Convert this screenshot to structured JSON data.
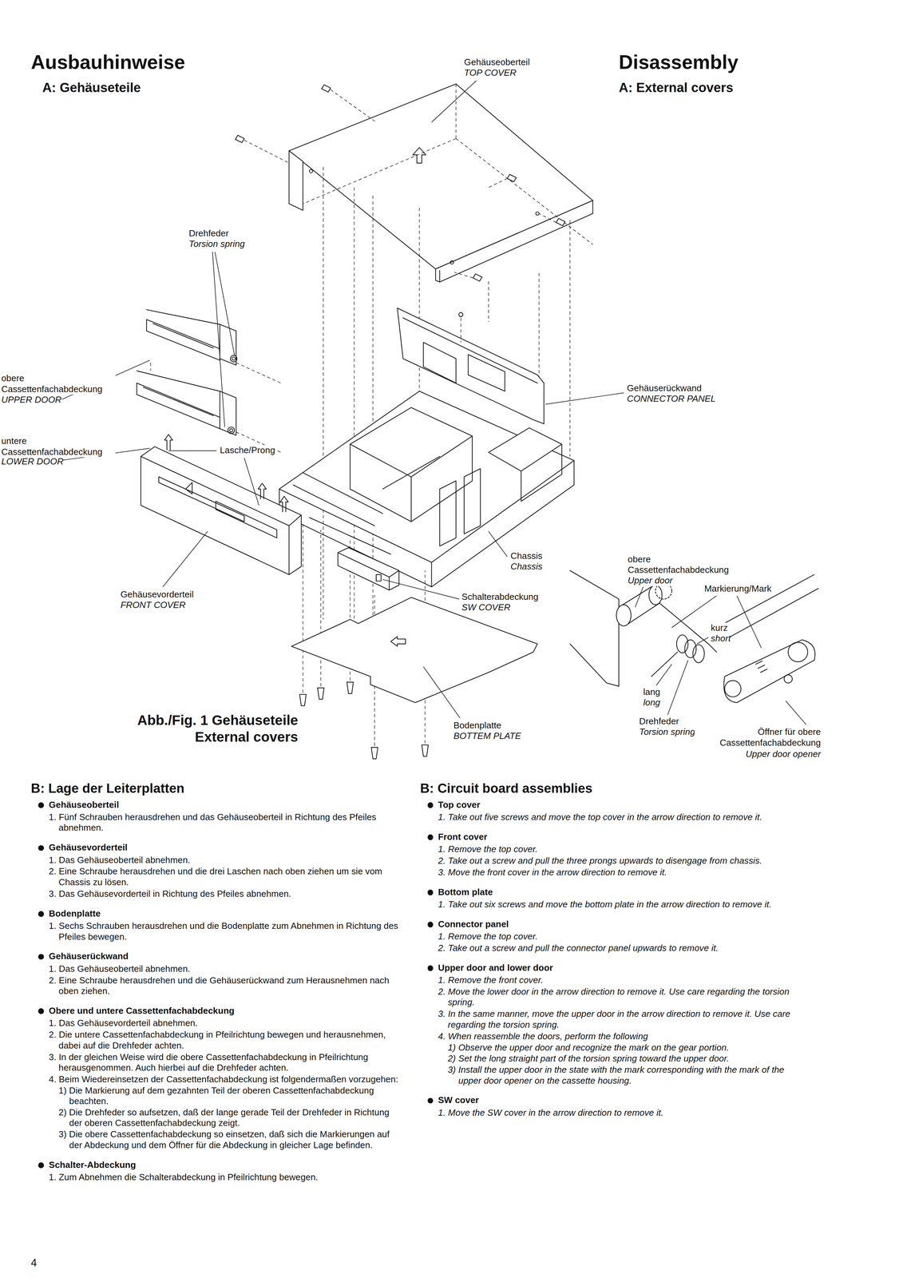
{
  "diagram": {
    "title": "Ausbauhinweise",
    "caption": "Abb./Fig. 1 Gehäuseteile External covers",
    "labels": [
      "A: Gehäuseteile",
      "Gehäuseoberteil",
      "TOP COVER",
      "Disassembly",
      "A: External covers",
      "Drehfeder",
      "Torsion spring",
      "obere Cassettenfachabdeckung",
      "UPPER DOOR",
      "untere Cassettenfachabdeckung",
      "LOWER DOOR",
      "Lasche/Prong",
      "Gehäuserückwand",
      "CONNECTOR PANEL",
      "Chassis",
      "Chassis",
      "Gehäusevorderteil",
      "FRONT COVER",
      "Schalterabdeckung",
      "SW COVER",
      "obere Cassettenfachabdeckung",
      "Upper door",
      "Markierung/Mark",
      "kurz",
      "short",
      "lang",
      "long",
      "Drehfeder",
      "Torsion spring",
      "Öffner für obere Cassettenfachabdeckung",
      "Upper door opener",
      "Bodenplatte",
      "BOTTEM PLATE",
      "B: Lage der Leiterplatten",
      "Gehäuseoberteil",
      "1. Fünf Schrauben herausdrehen und das Gehäuseoberteil in Richtung des Pfeiles abnehmen.",
      "Gehäusevorderteil",
      "1. Das Gehäuseoberteil abnehmen.",
      "2. Eine Schraube herausdrehen und die drei Laschen nach oben ziehen um sie vom Chassis zu lösen.",
      "3. Das Gehäusevorderteil in Richtung des Pfeiles abnehmen.",
      "Bodenplatte",
      "1. Sechs Schrauben herausdrehen und die Bodenplatte zum Abnehmen in Richtung des Pfeiles bewegen.",
      "Gehäuserückwand",
      "1. Das Gehäuseoberteil abnehmen.",
      "2. Eine Schraube herausdrehen und die Gehäuserückwand zum Herausnehmen nach oben ziehen.",
      "Obere und untere Cassettenfachabdeckung",
      "1. Das Gehäusevorderteil abnehmen.",
      "2. Die untere Cassettenfachabdeckung in Pfeilrichtung bewegen und herausnehmen, dabei auf die Drehfeder achten.",
      "3. In der gleichen Weise wird die obere Cassettenfachabdeckung in Pfeilrichtung herausgenommen. Auch hierbei auf die Drehfeder achten.",
      "4. Beim Wiedereinsetzen der Cassettenfachabdeckung ist folgendermaßen vorzugehen:",
      "1) Die Markierung auf dem gezahnten Teil der oberen Cassettenfachabdeckung beachten.",
      "2) Die Drehfeder so aufsetzen, daß der lange gerade Teil der Drehfeder in Richtung der oberen Cassettenfachabdeckung zeigt.",
      "3) Die obere Cassettenfachabdeckung so einsetzen, daß sich die Markierungen auf der Abdeckung und dem Öffner für die Abdeckung in gleicher Lage befinden.",
      "Schalter-Abdeckung",
      "1. Zum Abnehmen die Schalterabdeckung in Pfeilrichtung bewegen.",
      "B: Circuit board assemblies",
      "Top cover",
      "1. Take out five screws and move the top cover in the arrow direction to remove it.",
      "Front cover",
      "1. Remove the top cover.",
      "2. Take out a screw and pull the three prongs upwards to disengage from chassis.",
      "3. Move the front cover in the arrow direction to remove it.",
      "Bottom plate",
      "1. Take out six screws and move the bottom plate in the arrow direction to remove it.",
      "Connector panel",
      "1. Remove the top cover.",
      "2. Take out a screw and pull the connector panel upwards to remove it.",
      "Upper door and lower door",
      "1. Remove the front cover.",
      "2. Move the lower door in the arrow direction to remove it. Use care regarding the torsion spring.",
      "3. In the same manner, move the upper door in the arrow direction to remove it. Use care regarding the torsion spring.",
      "4. When reassemble the doors, perform the following",
      "1) Observe the upper door and recognize the mark on the gear portion.",
      "2) Set the long straight part of the torsion spring toward the upper door.",
      "3) Install the upper door in the state with the mark corresponding with the mark of the upper door opener on the cassette housing.",
      "SW cover",
      "1. Move the SW cover in the arrow direction to remove it.",
      "4"
    ]
  }
}
